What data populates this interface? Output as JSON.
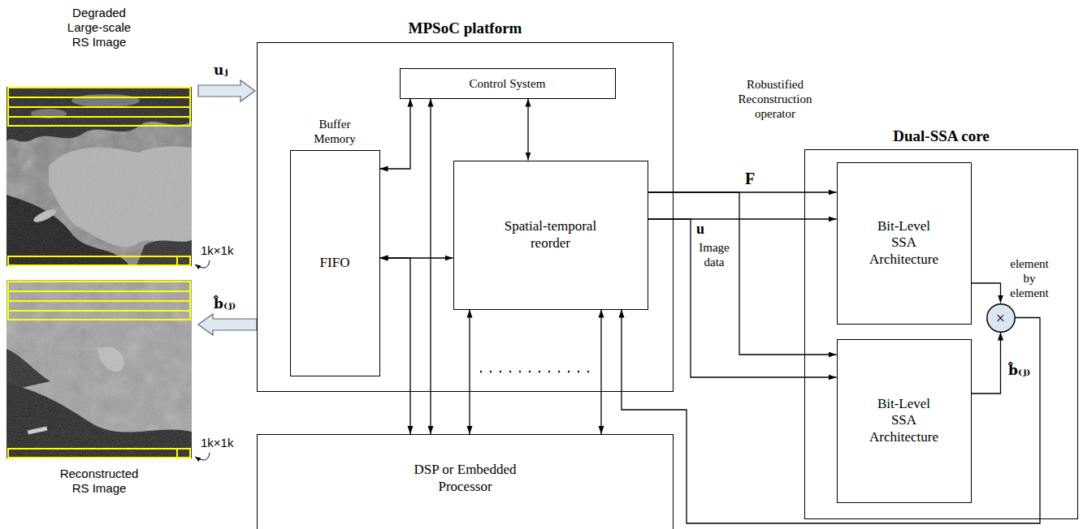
{
  "diagram": {
    "nodes": [
      {
        "text": [
          "Degraded Large-scale RS Image"
        ]
      },
      {
        "text": [
          "Reconstructed RS Image"
        ]
      },
      {
        "text": [
          "MPSoC platform"
        ]
      },
      {
        "text": [
          "Control System"
        ],
        "in": 2
      },
      {
        "text": [
          "Buffer Memory",
          "FIFO"
        ],
        "in": 2
      },
      {
        "text": [
          "Spatial-temporal reorder"
        ],
        "in": 2
      },
      {
        "text": [
          "DSP or Embedded Processor"
        ]
      },
      {
        "text": [
          "Dual-SSA core"
        ]
      },
      {
        "text": [
          "Bit-Level SSA Architecture"
        ],
        "in": 7
      },
      {
        "text": [
          "Bit-Level SSA Architecture"
        ],
        "in": 7
      },
      {
        "text": [
          "×"
        ],
        "in": 7
      }
    ],
    "edges": [
      {
        "from": 0,
        "to": 2,
        "arrow": "to",
        "label": "uⱼ"
      },
      {
        "from": 2,
        "to": 1,
        "arrow": "to",
        "label": "b̂₍ⱼ₎"
      },
      {
        "from": 3,
        "to": 4,
        "arrow": "both"
      },
      {
        "from": 3,
        "to": 5,
        "arrow": "both"
      },
      {
        "from": 3,
        "to": 6,
        "arrow": "both"
      },
      {
        "from": 4,
        "to": 5,
        "arrow": "both"
      },
      {
        "from": 4,
        "to": 6,
        "arrow": "both"
      },
      {
        "from": 5,
        "to": 6,
        "arrow": "both"
      },
      {
        "from": 5,
        "to": 6,
        "arrow": "both"
      },
      {
        "from": 5,
        "to": 8,
        "arrow": "to",
        "label": "F"
      },
      {
        "from": 5,
        "to": 9,
        "arrow": "to"
      },
      {
        "from": 5,
        "to": 8,
        "arrow": "to",
        "label": "u"
      },
      {
        "from": 5,
        "to": 9,
        "arrow": "to"
      },
      {
        "from": 8,
        "to": 10,
        "arrow": "to"
      },
      {
        "from": 9,
        "to": 10,
        "arrow": "to"
      },
      {
        "from": 10,
        "to": 5,
        "arrow": "to"
      }
    ],
    "labels": [
      "1k×1k",
      "1k×1k",
      "Robustified Reconstruction operator",
      "Image data",
      "element by element",
      "b̂₍ⱼ₎"
    ]
  }
}
